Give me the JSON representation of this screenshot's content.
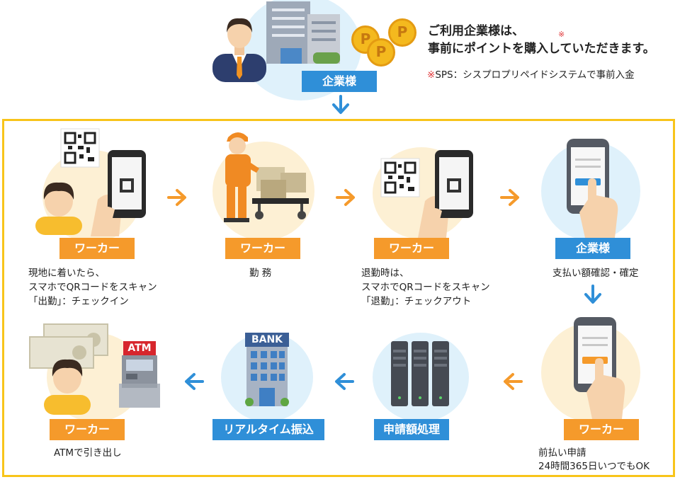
{
  "header": {
    "company_label": "企業様",
    "intro_line1": "ご利用企業様は、",
    "intro_line2": "事前にポイントを購入していただきます。",
    "note_mark": "※",
    "note_text": "SPS：シスプロプリペイドシステムで事前入金",
    "coin_letter": "P"
  },
  "steps": {
    "checkin": {
      "label": "ワーカー",
      "desc_line1": "現地に着いたら、",
      "desc_line2": "スマホでQRコードをスキャン",
      "desc_line3": "「出勤」：チェックイン"
    },
    "work": {
      "label": "ワーカー",
      "desc": "勤 務"
    },
    "checkout": {
      "label": "ワーカー",
      "desc_line1": "退勤時は、",
      "desc_line2": "スマホでQRコードをスキャン",
      "desc_line3": "「退勤」：チェックアウト"
    },
    "confirm": {
      "label": "企業様",
      "desc": "支払い額確認・確定"
    },
    "request": {
      "label": "ワーカー",
      "desc_line1": "前払い申請",
      "desc_line2": "24時間365日いつでもOK"
    },
    "processing": {
      "label": "申請額処理"
    },
    "transfer": {
      "label": "リアルタイム振込",
      "bank_sign": "BANK"
    },
    "withdraw": {
      "label": "ワーカー",
      "desc": "ATMで引き出し",
      "atm_sign": "ATM"
    }
  },
  "colors": {
    "orange": "#f59a2b",
    "blue": "#2f8fd8",
    "frame": "#f8c41a",
    "note_red": "#e0383a"
  }
}
